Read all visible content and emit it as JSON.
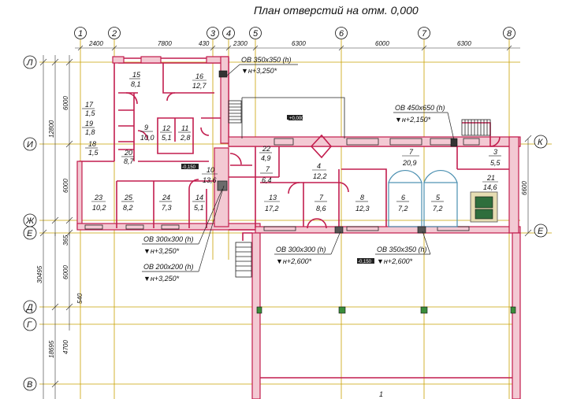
{
  "title": "План отверстий на отм. 0,000",
  "axes_top": [
    "1",
    "2",
    "3",
    "4",
    "5",
    "6",
    "7",
    "8"
  ],
  "axes_left": [
    "Л",
    "И",
    "Ж",
    "Е",
    "Д",
    "Г",
    "В"
  ],
  "axes_right": [
    "К",
    "Е"
  ],
  "dims_top": [
    "2400",
    "7800",
    "430",
    "2300",
    "6300",
    "6000",
    "6300"
  ],
  "dims_left": [
    "6000",
    "12800",
    "6000",
    "365",
    "6000",
    "30495",
    "4700",
    "18695",
    "540"
  ],
  "dim_right": "6600",
  "rooms": [
    {
      "no": "15",
      "area": "8,1"
    },
    {
      "no": "16",
      "area": "12,7"
    },
    {
      "no": "17",
      "area": "1,5"
    },
    {
      "no": "19",
      "area": "1,8"
    },
    {
      "no": "18",
      "area": "1,5"
    },
    {
      "no": "9",
      "area": "10,0"
    },
    {
      "no": "12",
      "area": "5,1"
    },
    {
      "no": "11",
      "area": "2,8"
    },
    {
      "no": "20",
      "area": "8,7"
    },
    {
      "no": "10",
      "area": "13,6"
    },
    {
      "no": "23",
      "area": "10,2"
    },
    {
      "no": "25",
      "area": "8,2"
    },
    {
      "no": "24",
      "area": "7,3"
    },
    {
      "no": "14",
      "area": "5,1"
    },
    {
      "no": "22",
      "area": "4,9"
    },
    {
      "no": "7",
      "area": "6,4"
    },
    {
      "no": "4",
      "area": "12,2"
    },
    {
      "no": "13",
      "area": "17,2"
    },
    {
      "no": "7",
      "area": "8,6"
    },
    {
      "no": "8",
      "area": "12,3"
    },
    {
      "no": "6",
      "area": "7,2"
    },
    {
      "no": "5",
      "area": "7,2"
    },
    {
      "no": "7",
      "area": "20,9"
    },
    {
      "no": "3",
      "area": "5,5"
    },
    {
      "no": "21",
      "area": "14,6"
    },
    {
      "no": "1",
      "area": ""
    }
  ],
  "openings": [
    {
      "label": "ОВ 350х350 (h)",
      "elev": "▼н+3,250*"
    },
    {
      "label": "ОВ 450х650 (h)",
      "elev": "▼н+2,150*"
    },
    {
      "label": "ОВ 300х300 (h)",
      "elev": "▼н+3,250*"
    },
    {
      "label": "ОВ 200х200 (h)",
      "elev": "▼н+3,250*"
    },
    {
      "label": "ОВ 300х300 (h)",
      "elev": "▼н+2,600*"
    },
    {
      "label": "ОВ 350х350 (h)",
      "elev": "▼н+2,600*"
    }
  ],
  "marks": [
    "+0,000",
    "-0,150",
    "-0,150"
  ]
}
